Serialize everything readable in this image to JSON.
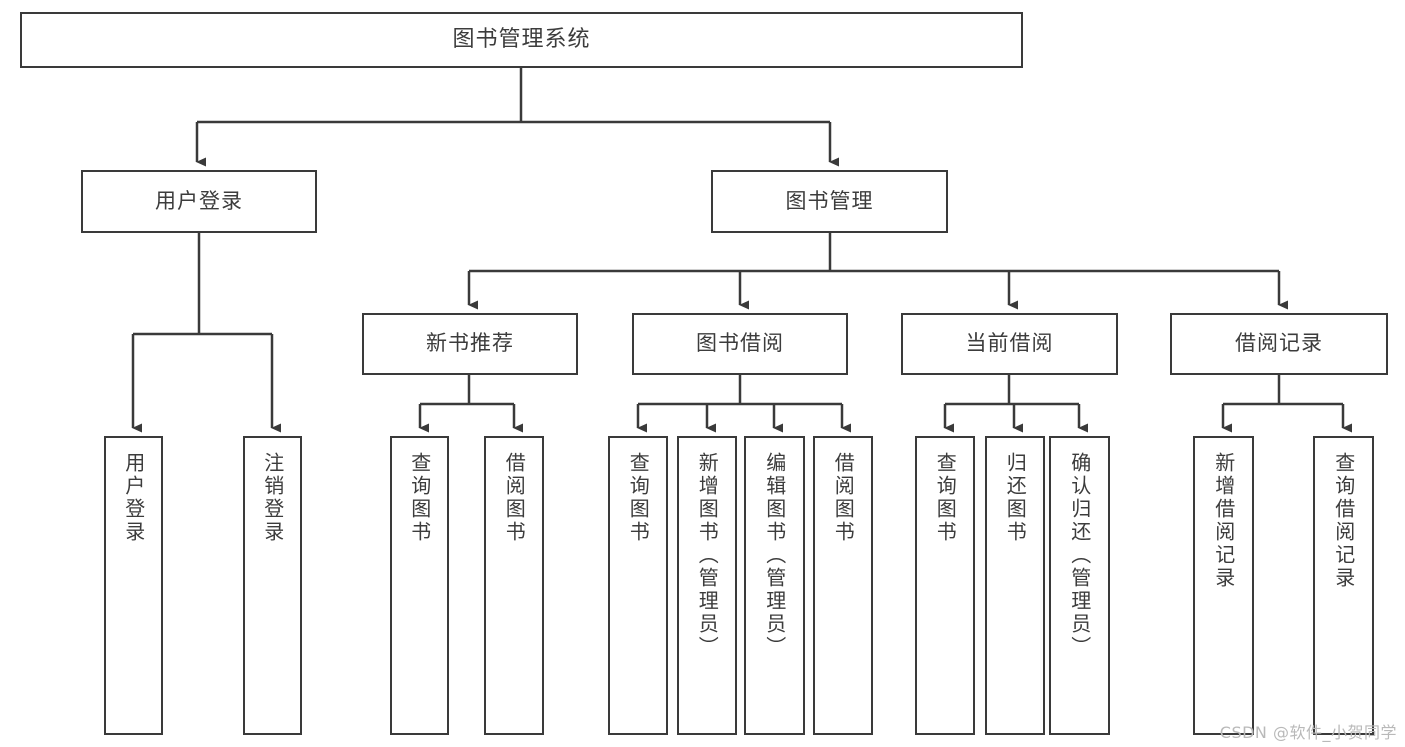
{
  "diagram": {
    "type": "tree",
    "title": "图书管理系统",
    "watermark": "CSDN @软件_小贺同学",
    "colors": {
      "box_border": "#3a3a3a",
      "box_fill": "#ffffff",
      "text": "#3c3c3c",
      "edge": "#3a3a3a",
      "watermark": "#b9b9b9",
      "background": "#ffffff"
    },
    "root": {
      "label": "图书管理系统",
      "orientation": "horizontal"
    },
    "level1": [
      {
        "label": "用户登录",
        "orientation": "horizontal"
      },
      {
        "label": "图书管理",
        "orientation": "horizontal"
      }
    ],
    "level2": [
      {
        "label": "新书推荐",
        "orientation": "horizontal"
      },
      {
        "label": "图书借阅",
        "orientation": "horizontal"
      },
      {
        "label": "当前借阅",
        "orientation": "horizontal"
      },
      {
        "label": "借阅记录",
        "orientation": "horizontal"
      }
    ],
    "leaves": {
      "user_login": [
        {
          "label": "用户登录",
          "orientation": "vertical"
        },
        {
          "label": "注销登录",
          "orientation": "vertical"
        }
      ],
      "new_book_recommend": [
        {
          "label": "查询图书",
          "orientation": "vertical"
        },
        {
          "label": "借阅图书",
          "orientation": "vertical"
        }
      ],
      "book_borrow": [
        {
          "label": "查询图书",
          "orientation": "vertical"
        },
        {
          "label": "新增图书（管理员）",
          "orientation": "vertical"
        },
        {
          "label": "编辑图书（管理员）",
          "orientation": "vertical"
        },
        {
          "label": "借阅图书",
          "orientation": "vertical"
        }
      ],
      "current_borrow": [
        {
          "label": "查询图书",
          "orientation": "vertical"
        },
        {
          "label": "归还图书",
          "orientation": "vertical"
        },
        {
          "label": "确认归还（管理员）",
          "orientation": "vertical"
        }
      ],
      "borrow_record": [
        {
          "label": "新增借阅记录",
          "orientation": "vertical"
        },
        {
          "label": "查询借阅记录",
          "orientation": "vertical"
        }
      ]
    }
  }
}
